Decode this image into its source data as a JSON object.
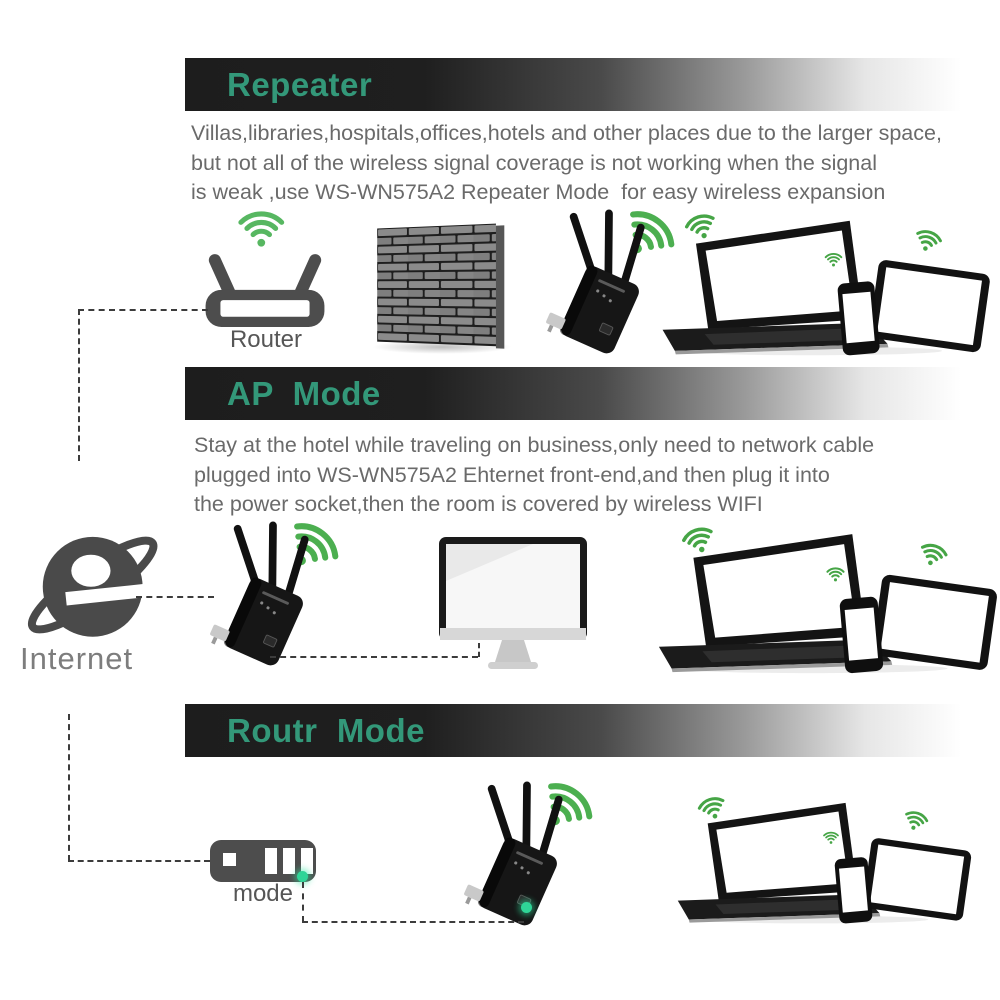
{
  "colors": {
    "header_text_green": "#339879",
    "header_bar_dark": "#1f1f1f",
    "wifi_green": "#4caf50",
    "indicator_dot_green": "#2fd597",
    "body_text_gray": "#6a6a6a",
    "label_gray": "#565656",
    "device_gray": "#4d4d4d"
  },
  "sections": [
    {
      "title": "Repeater",
      "lines": [
        "Villas,libraries,hospitals,offices,hotels and other places due to the larger space,",
        "but not all of the wireless signal coverage is not working when the signal",
        "is weak ,use WS-WN575A2 Repeater Mode  for easy wireless expansion"
      ]
    },
    {
      "title": "AP  Mode",
      "lines": [
        "Stay at the hotel while traveling on business,only need to network cable",
        "plugged into WS-WN575A2 Ehternet front-end,and then plug it into",
        "the power socket,then the room is covered by wireless WIFI"
      ]
    },
    {
      "title": "Routr  Mode",
      "lines": []
    }
  ],
  "labels": {
    "router": "Router",
    "internet": "Internet",
    "modem": "mode"
  },
  "icons": {
    "wifi": "wifi-signal-icon",
    "router": "wireless-router-icon",
    "repeater": "wifi-repeater-device",
    "wall": "brick-wall",
    "devices": "laptop-phone-tablet-group",
    "monitor": "desktop-monitor",
    "modem": "modem-box",
    "internet": "internet-explorer-e-logo",
    "dot": "link-indicator-dot"
  }
}
